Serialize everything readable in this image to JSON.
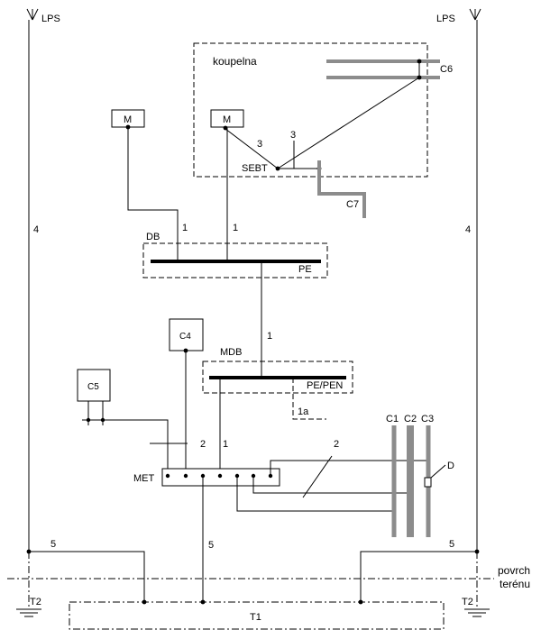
{
  "labels": {
    "lps_left": "LPS",
    "lps_right": "LPS",
    "koupelna": "koupelna",
    "c6": "C6",
    "c7": "C7",
    "m_left": "M",
    "m_right": "M",
    "sebt": "SEBT",
    "db": "DB",
    "pe": "PE",
    "c4": "C4",
    "mdb": "MDB",
    "pe_pen": "PE/PEN",
    "c5": "C5",
    "met": "MET",
    "c1": "C1",
    "c2": "C2",
    "c3": "C3",
    "d": "D",
    "povrch": "povrch",
    "terenu": "terénu",
    "t1": "T1",
    "t2_left": "T2",
    "t2_right": "T2"
  },
  "wire_numbers": {
    "lps_left": "4",
    "lps_right": "4",
    "db_m_left": "1",
    "db_m_right": "1",
    "sebt_m": "3",
    "sebt_vertical": "3",
    "db_mdb": "1",
    "mdb_1a": "1a",
    "met_c5": "2",
    "met_mdb": "1",
    "met_pipes": "2",
    "earth_left": "5",
    "earth_middle": "5",
    "earth_right": "5"
  }
}
